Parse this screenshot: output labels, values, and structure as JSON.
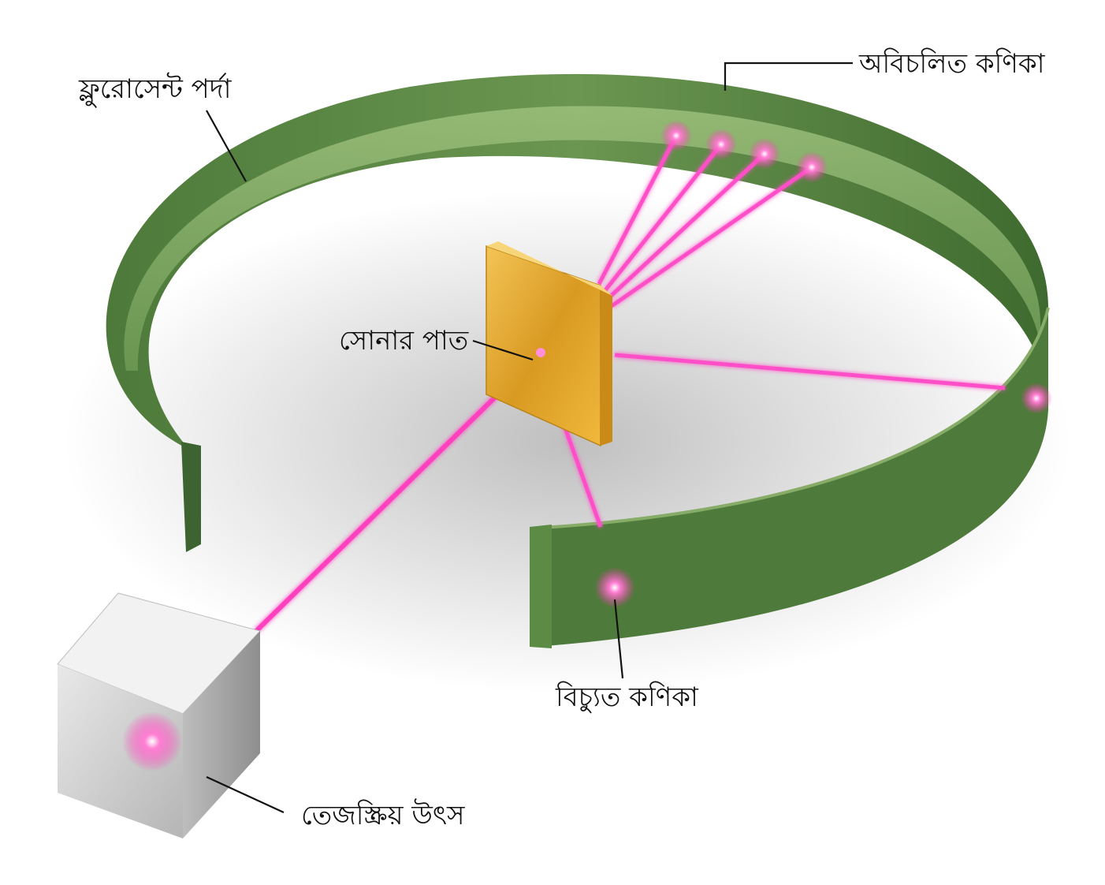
{
  "labels": {
    "screen": "ফ্লুরোসেন্ট পর্দা",
    "undeflected": "অবিচলিত কণিকা",
    "foil": "সোনার পাত",
    "deflected": "বিচ্যুত কণিকা",
    "source": "তেজস্ক্রিয় উৎস"
  },
  "colors": {
    "screen_green": "#5f8a4a",
    "screen_inner": "#8fb36f",
    "beam": "#ff2fb4",
    "gold": "#e0a528",
    "cube": "#c9c9c9"
  }
}
